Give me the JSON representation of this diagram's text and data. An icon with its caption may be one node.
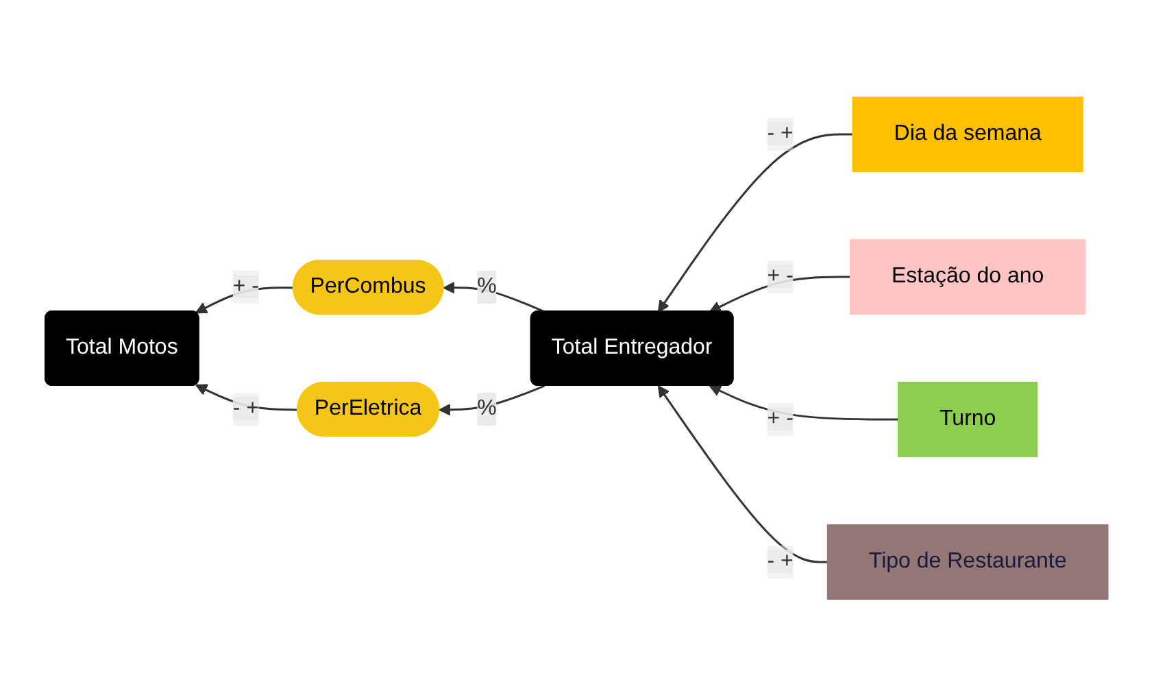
{
  "diagram": {
    "nodes": [
      {
        "text": [
          "Total Motos"
        ]
      },
      {
        "text": [
          "PerCombus"
        ]
      },
      {
        "text": [
          "PerEletrica"
        ]
      },
      {
        "text": [
          "Dia da semana"
        ]
      },
      {
        "text": [
          "Total Entregador"
        ]
      },
      {
        "text": [
          "Estação do ano"
        ]
      },
      {
        "text": [
          "Turno"
        ]
      },
      {
        "text": [
          "Tipo de Restaurante"
        ]
      }
    ],
    "edges": [
      {
        "from": 1,
        "to": 0,
        "arrow": "to",
        "label": "+ -"
      },
      {
        "from": 2,
        "to": 0,
        "arrow": "to",
        "label": "- +"
      },
      {
        "from": 4,
        "to": 1,
        "arrow": "to",
        "label": "%"
      },
      {
        "from": 4,
        "to": 2,
        "arrow": "to",
        "label": "%"
      },
      {
        "from": 3,
        "to": 4,
        "arrow": "to",
        "label": "- +"
      },
      {
        "from": 5,
        "to": 4,
        "arrow": "to",
        "label": "+ -"
      },
      {
        "from": 6,
        "to": 4,
        "arrow": "to",
        "label": "+ -"
      },
      {
        "from": 7,
        "to": 4,
        "arrow": "to",
        "label": "- +"
      }
    ]
  }
}
